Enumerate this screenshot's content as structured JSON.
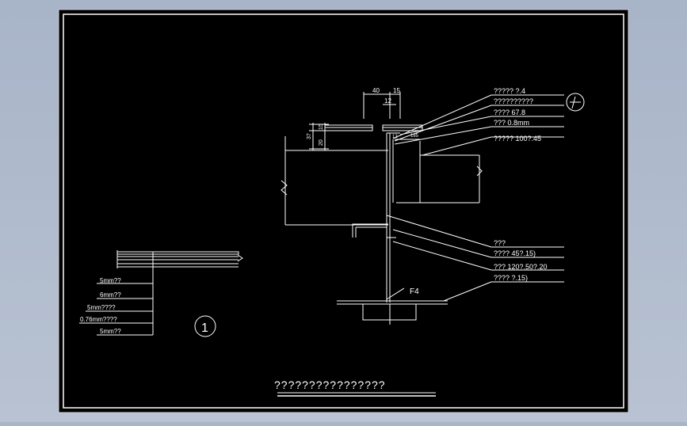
{
  "drawing": {
    "background_color": "#000000",
    "line_color": "#ffffff",
    "title": "????????????????",
    "dimensions": {
      "top_40": "40",
      "top_15": "15",
      "top_12": "12",
      "left_37": "37",
      "left_20": "20",
      "left_15": "15",
      "small_12": "12",
      "small_185": "185"
    },
    "right_labels": [
      "?????  ?.4",
      "??????????",
      "????  67.8",
      "???  0.8mm",
      "?????  100?.45"
    ],
    "lower_labels": [
      "???",
      "????  45?.15)",
      "???  120?.50?.20",
      "????  ?.15)"
    ],
    "section_marker": "F4",
    "layer_labels": [
      "5mm??",
      "6mm??",
      "5mm????",
      "0.76mm????",
      "5mm??"
    ],
    "detail_number": "1"
  }
}
